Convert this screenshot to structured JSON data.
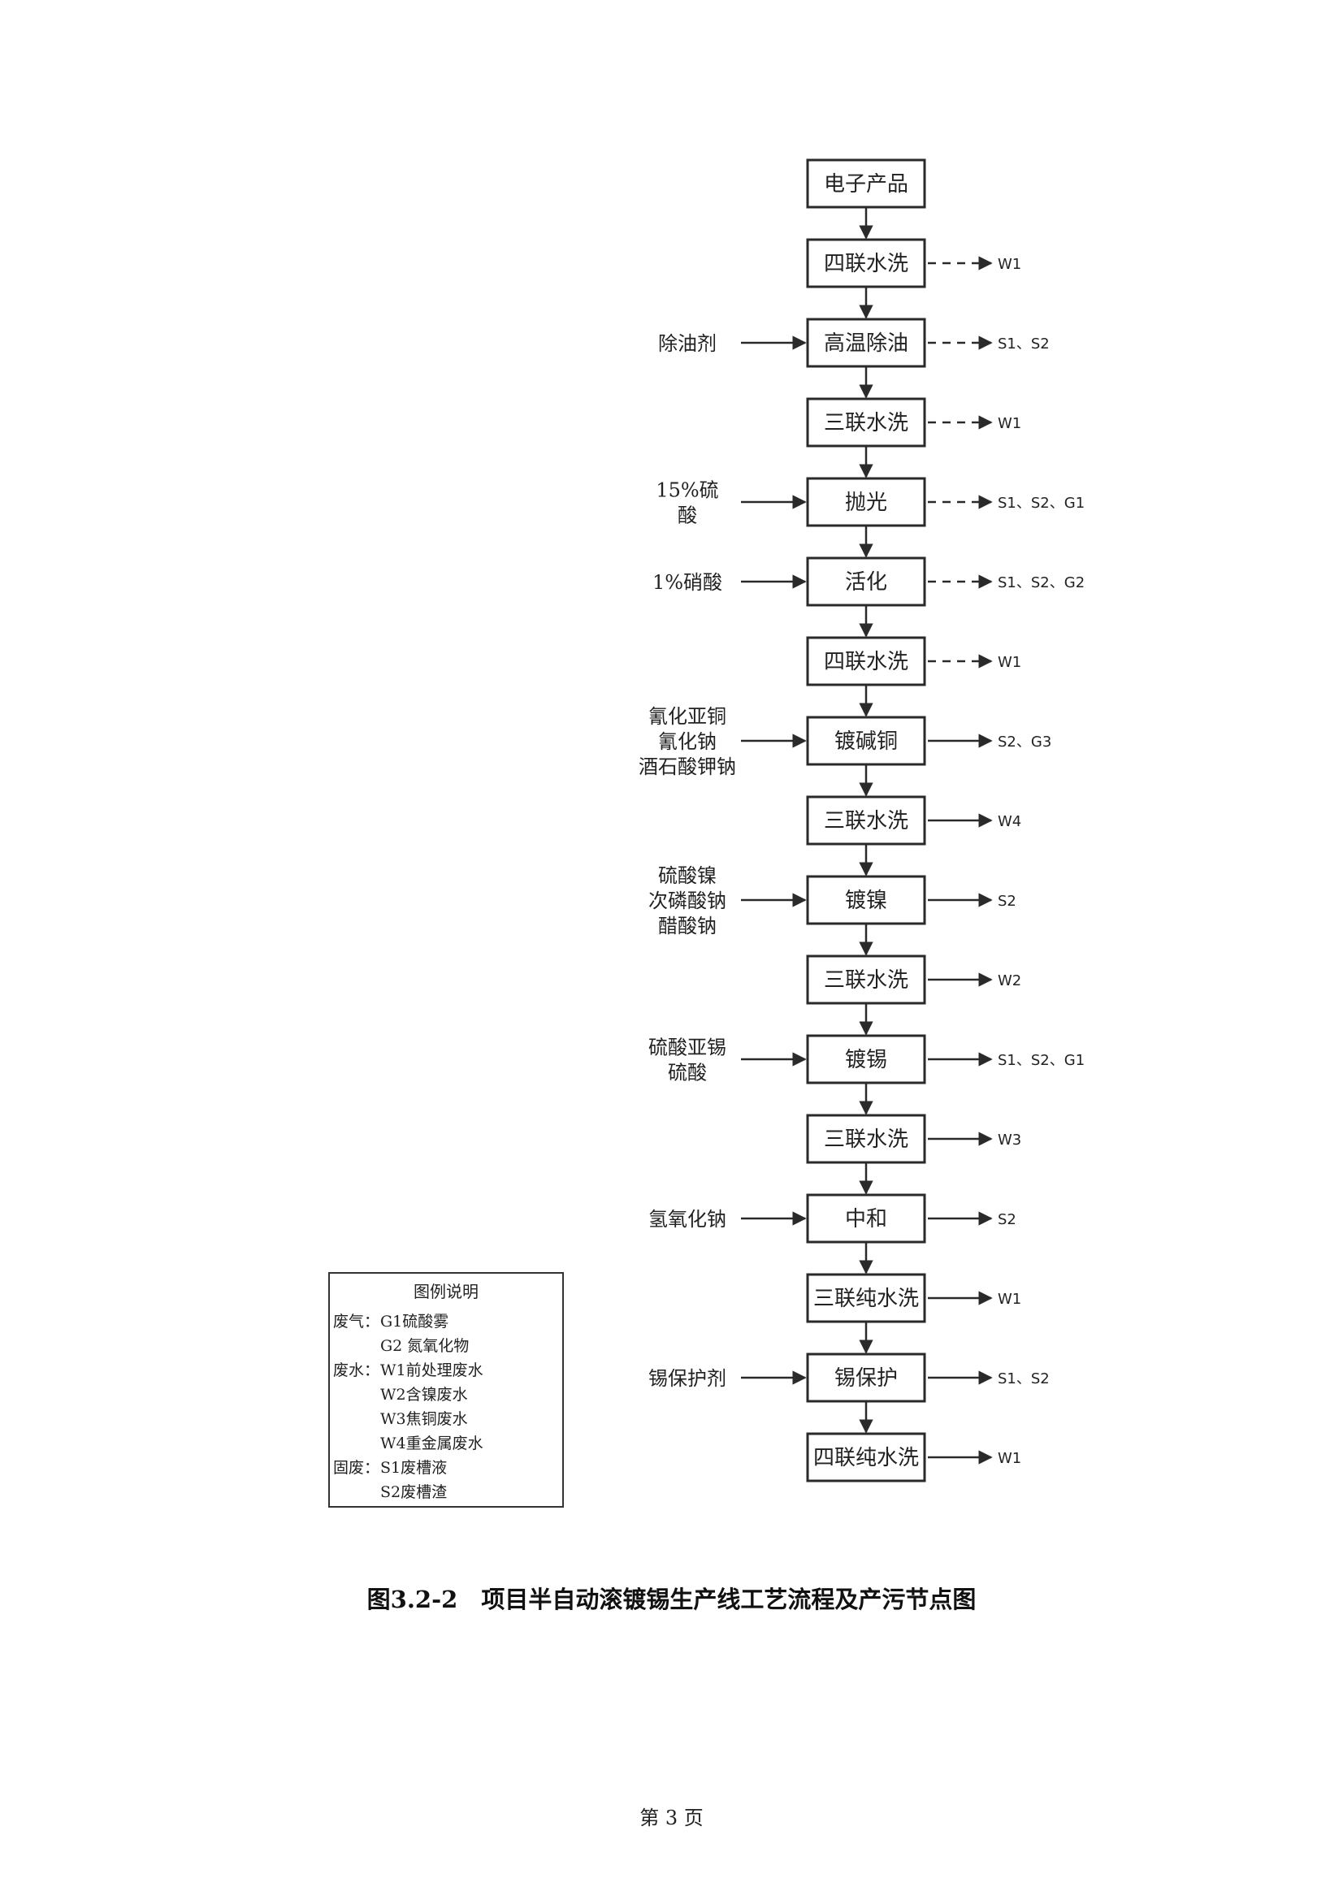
{
  "diagram": {
    "steps": [
      {
        "label": "电子产品",
        "input": "",
        "output": ""
      },
      {
        "label": "四联水洗",
        "input": "",
        "output": "W1",
        "dashed": true
      },
      {
        "label": "高温除油",
        "input": "除油剂",
        "output": "S1、S2",
        "dashed": true
      },
      {
        "label": "三联水洗",
        "input": "",
        "output": "W1",
        "dashed": true
      },
      {
        "label": "抛光",
        "input": "15%硫\n酸",
        "output": "S1、S2、G1",
        "dashed": true
      },
      {
        "label": "活化",
        "input": "1%硝酸",
        "output": "S1、S2、G2",
        "dashed": true,
        "solid_input": true
      },
      {
        "label": "四联水洗",
        "input": "",
        "output": "W1",
        "dashed": true
      },
      {
        "label": "镀碱铜",
        "input": "氰化亚铜\n氰化钠\n酒石酸钾钠",
        "output": "S2、G3",
        "dashed": false
      },
      {
        "label": "三联水洗",
        "input": "",
        "output": "W4",
        "dashed": false
      },
      {
        "label": "镀镍",
        "input": "硫酸镍\n次磷酸钠\n醋酸钠",
        "output": "S2",
        "dashed": false
      },
      {
        "label": "三联水洗",
        "input": "",
        "output": "W2",
        "dashed": false
      },
      {
        "label": "镀锡",
        "input": "硫酸亚锡\n硫酸",
        "output": "S1、S2、G1",
        "dashed": false
      },
      {
        "label": "三联水洗",
        "input": "",
        "output": "W3",
        "dashed": false
      },
      {
        "label": "中和",
        "input": "氢氧化钠",
        "output": "S2",
        "dashed": false
      },
      {
        "label": "三联纯水洗",
        "input": "",
        "output": "W1",
        "dashed": false
      },
      {
        "label": "锡保护",
        "input": "锡保护剂",
        "output": "S1、S2",
        "dashed": false
      },
      {
        "label": "四联纯水洗",
        "input": "",
        "output": "W1",
        "dashed": false
      }
    ]
  },
  "legend": {
    "title": "图例说明",
    "rows": [
      {
        "cat": "废气：",
        "item": "G1硫酸雾"
      },
      {
        "cat": "",
        "item": "G2 氮氧化物"
      },
      {
        "cat": "废水：",
        "item": "W1前处理废水"
      },
      {
        "cat": "",
        "item": "W2含镍废水"
      },
      {
        "cat": "",
        "item": "W3焦铜废水"
      },
      {
        "cat": "",
        "item": "W4重金属废水"
      },
      {
        "cat": "固废：",
        "item": "S1废槽液"
      },
      {
        "cat": "",
        "item": "S2废槽渣"
      }
    ]
  },
  "caption": "图3.2-2　项目半自动滚镀锡生产线工艺流程及产污节点图",
  "page_number": "第 3 页"
}
